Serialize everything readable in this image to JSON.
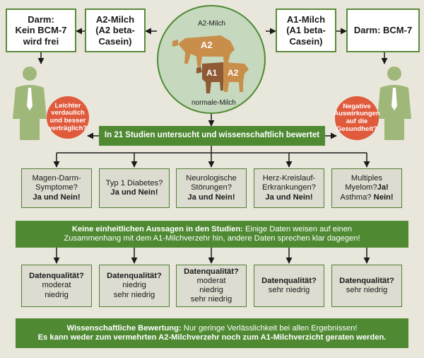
{
  "top": {
    "left_darm": [
      "Darm:",
      "Kein BCM-7",
      "wird frei"
    ],
    "a2_milch": [
      "A2-Milch",
      "(A2 beta-",
      "Casein)"
    ],
    "a1_milch": [
      "A1-Milch",
      "(A1 beta-",
      "Casein)"
    ],
    "right_darm": [
      "Darm: BCM-7"
    ]
  },
  "cows": {
    "top_label": "A2-Milch",
    "bottom_label": "normale-Milch",
    "cow1_tag": "A2",
    "cow2_tag_a1": "A1",
    "cow2_tag_a2": "A2"
  },
  "circles": {
    "left": [
      "Leichter",
      "verdaulich",
      "und besser",
      "verträglich?"
    ],
    "right": [
      "Negative",
      "Auswirkungen",
      "auf die",
      "Gesundheit?"
    ]
  },
  "studies_bar": "In 21 Studien untersucht und wissenschaftlich bewertet",
  "topics": [
    {
      "lines": [
        "Magen-Darm-",
        "Symptome?"
      ],
      "answer": "Ja und Nein!"
    },
    {
      "lines": [
        "Typ 1 Diabetes?"
      ],
      "answer": "Ja und Nein!"
    },
    {
      "lines": [
        "Neurologische",
        "Störungen?"
      ],
      "answer": "Ja und Nein!"
    },
    {
      "lines": [
        "Herz-Kreislauf-",
        "Erkrankungen?"
      ],
      "answer": "Ja und Nein!"
    },
    {
      "multiple": "Multiples",
      "myelom": "Myelom?",
      "ja": "Ja!",
      "asthma": "Asthma?",
      "nein": "Nein!"
    }
  ],
  "inconsistent": {
    "bold": "Keine einheitlichen Aussagen in den Studien:",
    "rest1": " Einige Daten weisen auf einen",
    "rest2": "Zusammenhang mit dem A1-Milchverzehr hin, andere Daten sprechen klar dagegen!"
  },
  "quality": [
    {
      "title": "Datenqualität?",
      "values": [
        "moderat",
        "niedrig"
      ]
    },
    {
      "title": "Datenqualität?",
      "values": [
        "niedrig",
        "sehr niedrig"
      ]
    },
    {
      "title": "Datenqualität?",
      "values": [
        "moderat",
        "niedrig",
        "sehr niedrig"
      ]
    },
    {
      "title": "Datenqualität?",
      "values": [
        "sehr niedrig"
      ]
    },
    {
      "title": "Datenqualität?",
      "values": [
        "sehr niedrig"
      ]
    }
  ],
  "evaluation": {
    "bold1": "Wissenschaftliche Bewertung:",
    "rest1": " Nur geringe Verlässlichkeit bei allen Ergebnissen!",
    "line2": "Es kann weder zum vermehrten A2-Milchverzehr noch zum A1-Milchverzicht geraten werden."
  },
  "colors": {
    "green": "#4f8a33",
    "light_green_circle": "#c6d9bf",
    "red_circle": "#e05a3c",
    "cow_brown": "#c98e4a",
    "person_green": "#9fb87a",
    "background": "#e9e7db"
  }
}
